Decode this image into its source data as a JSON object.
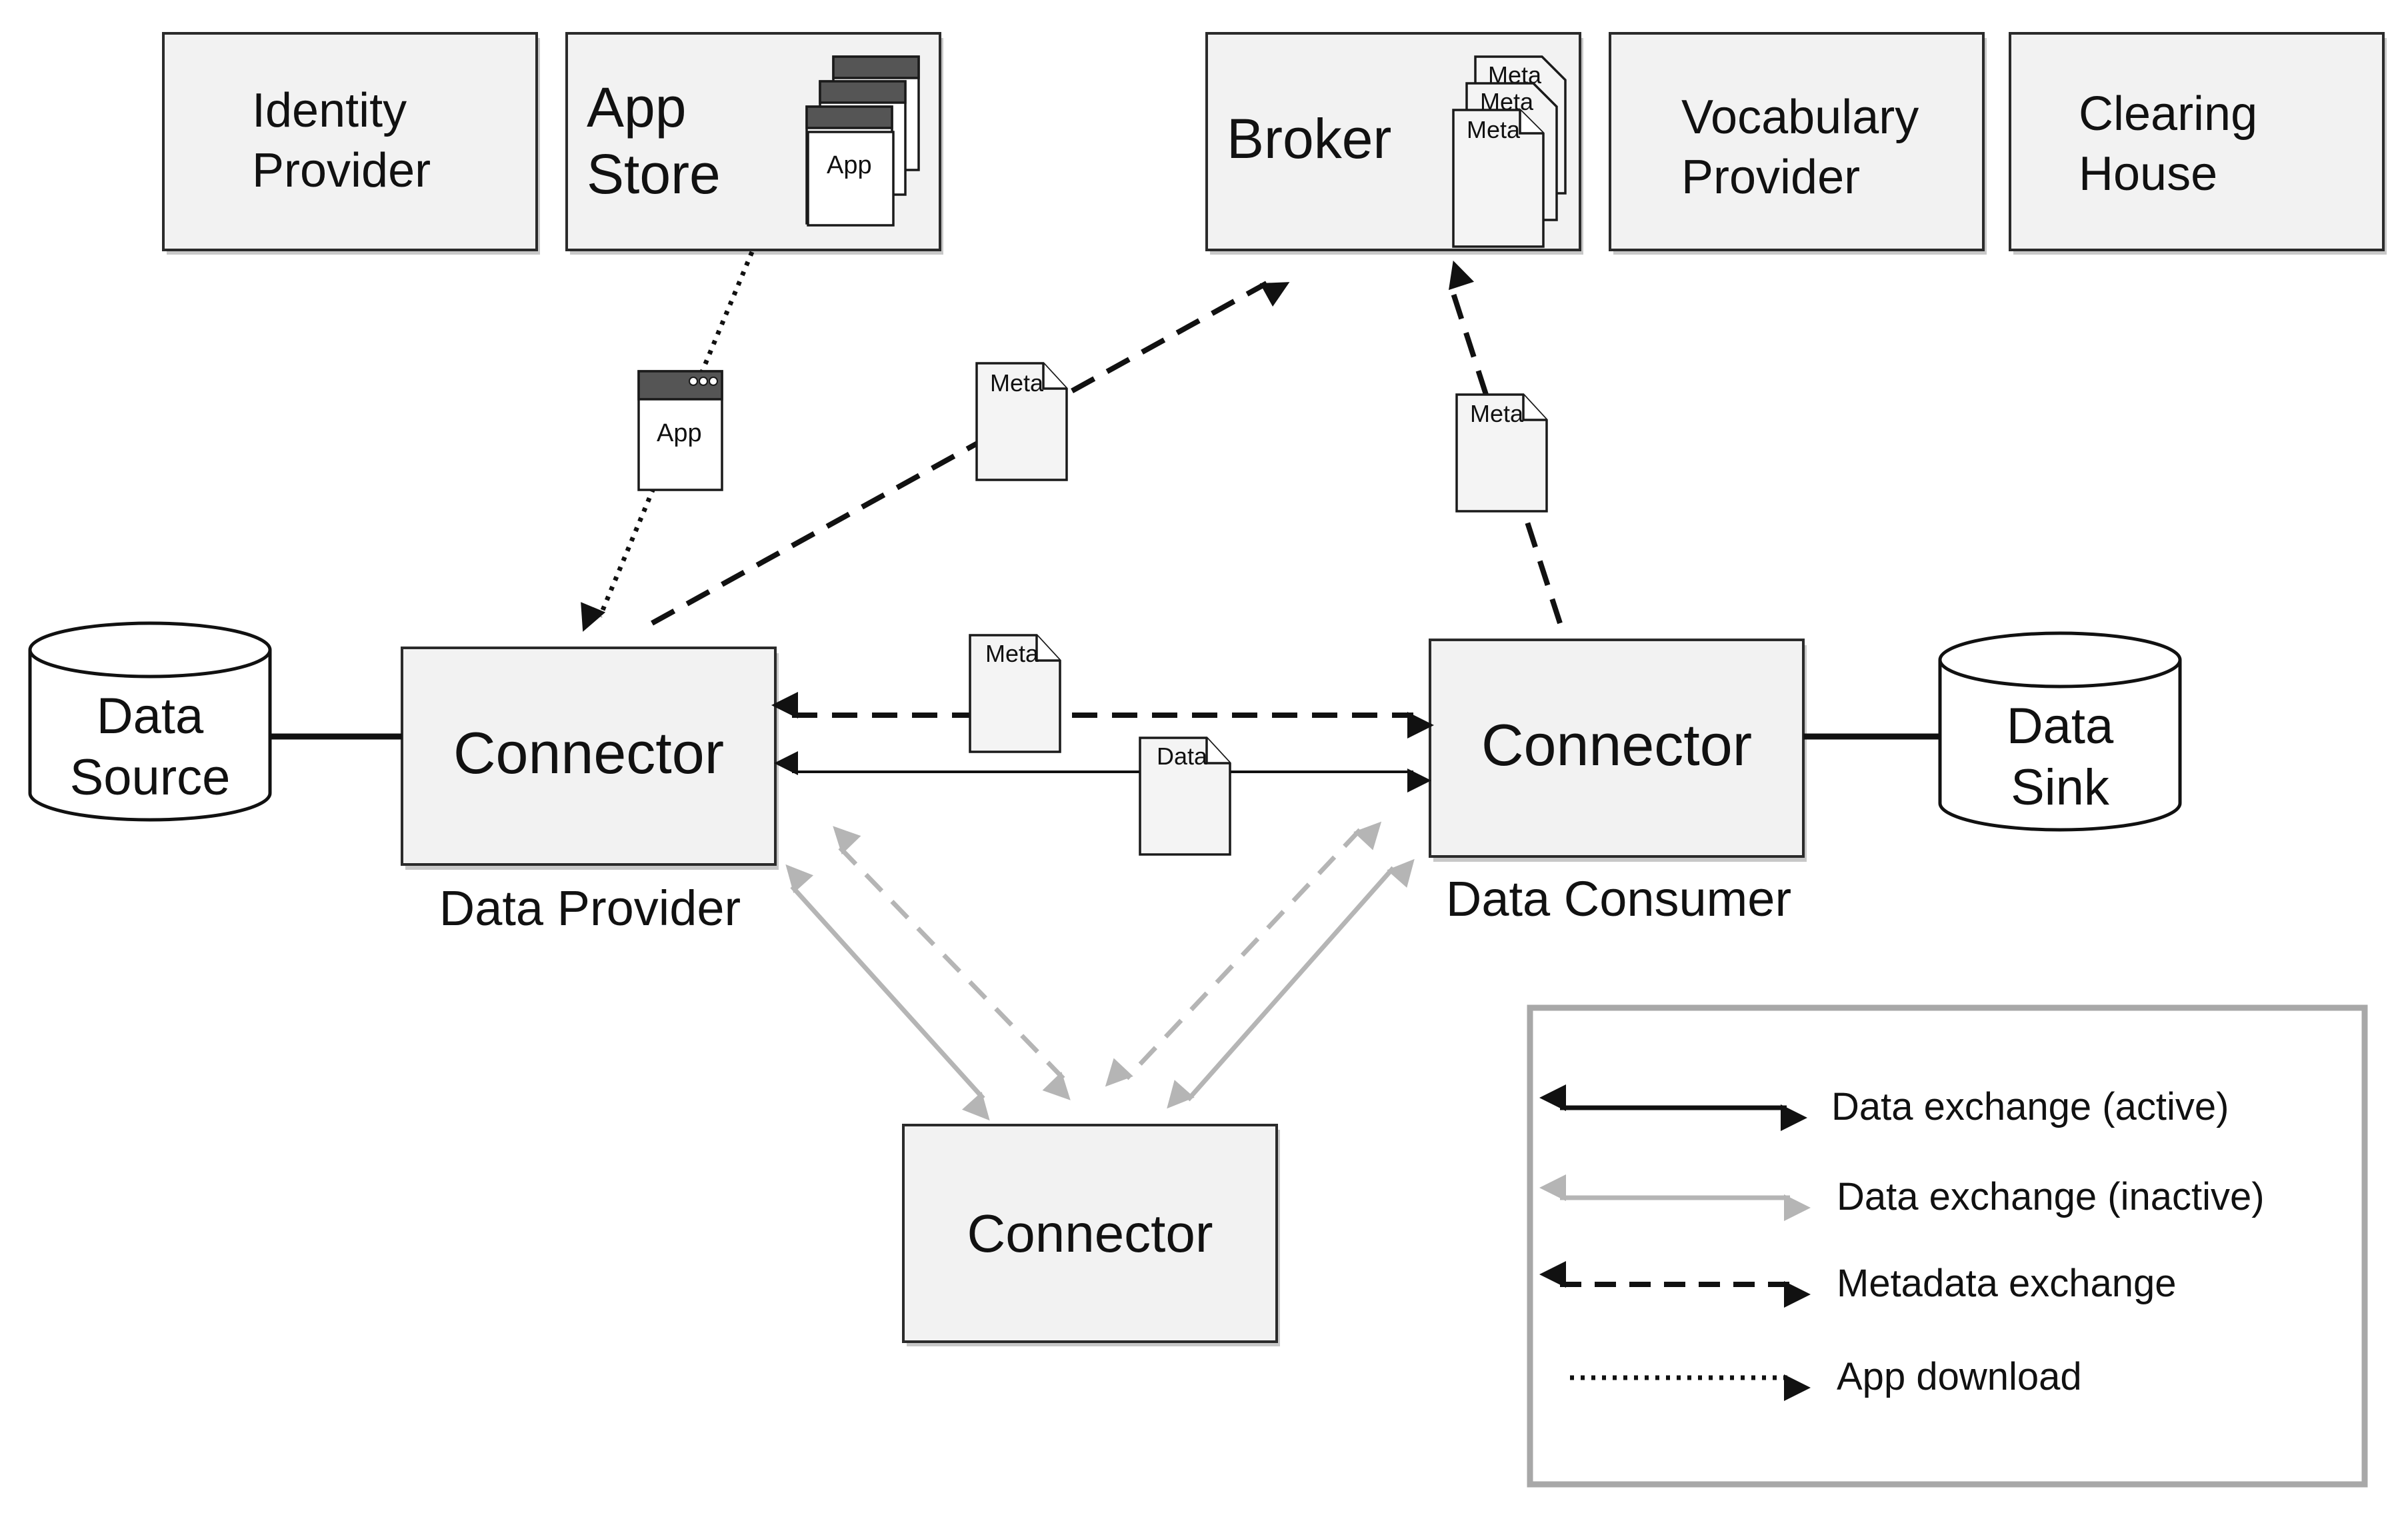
{
  "boxes": {
    "identity_provider": [
      "Identity",
      "Provider"
    ],
    "app_store": [
      "App",
      "Store"
    ],
    "broker": "Broker",
    "vocabulary_provider": [
      "Vocabulary",
      "Provider"
    ],
    "clearing_house": [
      "Clearing",
      "House"
    ],
    "connector_provider": "Connector",
    "connector_consumer": "Connector",
    "connector_bottom": "Connector"
  },
  "captions": {
    "data_provider": "Data Provider",
    "data_consumer": "Data Consumer"
  },
  "stores": {
    "data_source": [
      "Data",
      "Source"
    ],
    "data_sink": [
      "Data",
      "Sink"
    ]
  },
  "doc_labels": {
    "meta": "Meta",
    "data": "Data",
    "app": "App"
  },
  "legend": {
    "items": [
      {
        "label": "Data exchange (active)",
        "style": "solid",
        "color": "#111111"
      },
      {
        "label": "Data exchange (inactive)",
        "style": "solid",
        "color": "#b5b5b5"
      },
      {
        "label": "Metadata exchange",
        "style": "dashed",
        "color": "#111111"
      },
      {
        "label": "App download",
        "style": "dotted",
        "color": "#111111"
      }
    ]
  },
  "colors": {
    "active": "#111111",
    "inactive": "#b5b5b5",
    "box_fill": "#f2f2f2"
  }
}
